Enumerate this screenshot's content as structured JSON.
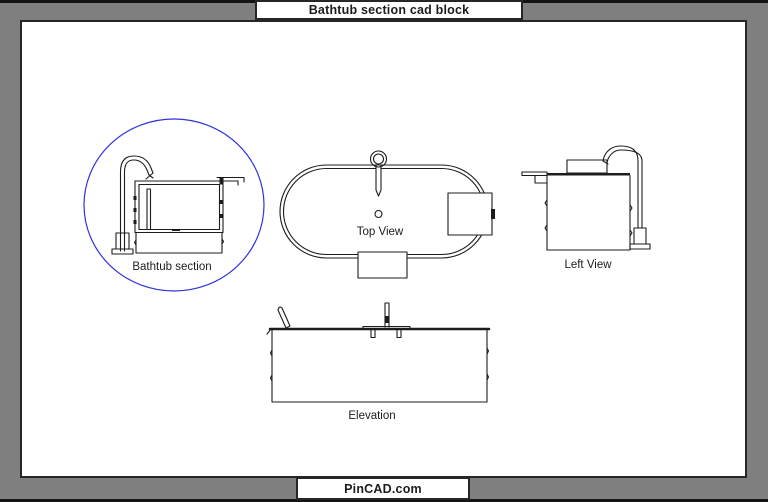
{
  "window": {
    "title": "Bathtub section cad block",
    "footer": "PinCAD.com"
  },
  "drawings": {
    "bathtub_section": {
      "label": "Bathtub section",
      "highlighted": "true"
    },
    "top_view": {
      "label": "Top View"
    },
    "left_view": {
      "label": "Left View"
    },
    "elevation": {
      "label": "Elevation"
    }
  },
  "colors": {
    "highlight_circle": "#3333e0",
    "line": "#1c1c1c",
    "frame_gray": "#7f7f7f"
  }
}
